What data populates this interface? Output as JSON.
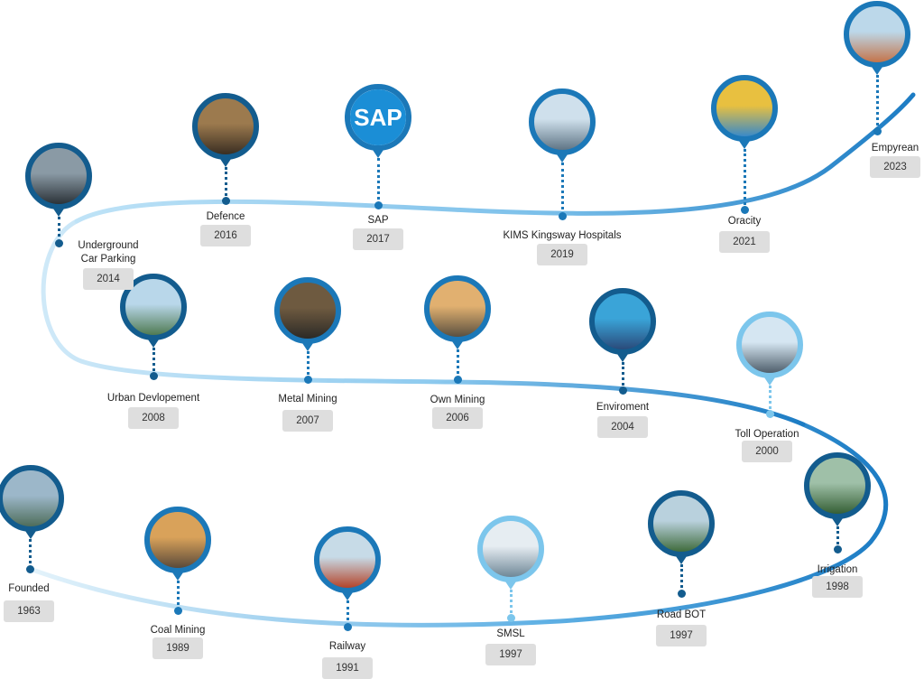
{
  "milestones": [
    {
      "id": "founded",
      "label": "Founded",
      "year": "1963",
      "icon": "industrial-estate-icon",
      "ring": "#135c8e",
      "photo": [
        "#9cb7c9",
        "#4e6d5a"
      ]
    },
    {
      "id": "coal-mining",
      "label": "Coal Mining",
      "year": "1989",
      "icon": "coal-mine-icon",
      "ring": "#1b78b8",
      "photo": [
        "#d9a25a",
        "#5b4a3a"
      ]
    },
    {
      "id": "railway",
      "label": "Railway",
      "year": "1991",
      "icon": "train-icon",
      "ring": "#1b78b8",
      "photo": [
        "#c7dbe7",
        "#b4442a"
      ]
    },
    {
      "id": "smsl",
      "label": "SMSL",
      "year": "1997",
      "icon": "building-icon",
      "ring": "#7cc6ec",
      "photo": [
        "#e6edf2",
        "#6f8797"
      ]
    },
    {
      "id": "road-bot",
      "label": "Road BOT",
      "year": "1997",
      "icon": "road-icon",
      "ring": "#135c8e",
      "photo": [
        "#b9d1dd",
        "#3f6b3c"
      ]
    },
    {
      "id": "irrigation",
      "label": "Irrigation",
      "year": "1998",
      "icon": "canal-icon",
      "ring": "#135c8e",
      "photo": [
        "#9fc0a8",
        "#355f35"
      ]
    },
    {
      "id": "toll-operation",
      "label": "Toll Operation",
      "year": "2000",
      "icon": "toll-plaza-icon",
      "ring": "#7cc6ec",
      "photo": [
        "#d5e6f2",
        "#4f5e6b"
      ]
    },
    {
      "id": "enviroment",
      "label": "Enviroment",
      "year": "2004",
      "icon": "recycling-icon",
      "ring": "#135c8e",
      "photo": [
        "#3aa4d8",
        "#2a4a7a"
      ]
    },
    {
      "id": "own-mining",
      "label": "Own Mining",
      "year": "2006",
      "icon": "open-pit-mine-icon",
      "ring": "#1b78b8",
      "photo": [
        "#e1b070",
        "#5a5040"
      ]
    },
    {
      "id": "metal-mining",
      "label": "Metal Mining",
      "year": "2007",
      "icon": "mine-tunnel-icon",
      "ring": "#1b78b8",
      "photo": [
        "#6e5a40",
        "#2c2a26"
      ]
    },
    {
      "id": "urban-devlopement",
      "label": "Urban Devlopement",
      "year": "2008",
      "icon": "city-skyline-icon",
      "ring": "#135c8e",
      "photo": [
        "#b9d7ea",
        "#4f7a52"
      ]
    },
    {
      "id": "underground-car-parking",
      "label": "Underground\nCar Parking",
      "year": "2014",
      "icon": "parking-garage-icon",
      "ring": "#135c8e",
      "photo": [
        "#8a9aa5",
        "#2b3238"
      ]
    },
    {
      "id": "defence",
      "label": "Defence",
      "year": "2016",
      "icon": "bunker-tunnel-icon",
      "ring": "#135c8e",
      "photo": [
        "#9c7a4e",
        "#3a2e22"
      ]
    },
    {
      "id": "sap",
      "label": "SAP",
      "year": "2017",
      "icon": "sap-logo-icon",
      "ring": "#1b78b8",
      "photo": [
        "#1b8ed6",
        "#1b8ed6"
      ],
      "logo_text": "SAP"
    },
    {
      "id": "kims-kingsway-hospitals",
      "label": "KIMS Kingsway Hospitals",
      "year": "2019",
      "icon": "hospital-building-icon",
      "ring": "#1b78b8",
      "photo": [
        "#cfe0ec",
        "#5f7585"
      ]
    },
    {
      "id": "oracity",
      "label": "Oracity",
      "year": "2021",
      "icon": "pills-icon",
      "ring": "#1b78b8",
      "photo": [
        "#e8c040",
        "#3a8ac8"
      ]
    },
    {
      "id": "empyrean",
      "label": "Empyrean",
      "year": "2023",
      "icon": "residential-complex-icon",
      "ring": "#1b78b8",
      "photo": [
        "#bcd8ea",
        "#c4744a"
      ]
    }
  ],
  "colors": {
    "road_dark": "#1c7cc4",
    "road_light": "#cfe9f8",
    "year_box": "#dedede"
  }
}
